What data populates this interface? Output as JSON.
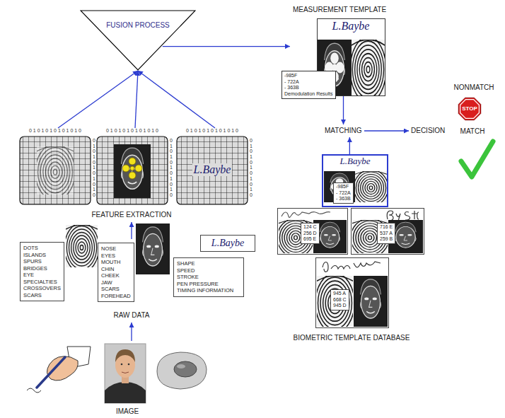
{
  "diagram": {
    "nodes": [
      {
        "text": [
          "FUSION PROCESS"
        ]
      },
      {
        "text": [
          "0 1 0 1 0 1 0 1 0 1 0 1 0",
          "01010101010"
        ]
      },
      {
        "text": [
          "0 1 0 1 0 1 0 1 0 1 0 1 0",
          "01010101010"
        ]
      },
      {
        "text": [
          "0 1 0 1 0 1 0 1 0 1 0 1 0",
          "01010101010",
          "L.Baybe"
        ]
      },
      {
        "text": [
          "DOTS",
          "ISLANDS",
          "SPURS",
          "BRIDGES",
          "EYE",
          "SPECIALTIES",
          "CROSSOVERS",
          "SCARS"
        ]
      },
      {
        "text": [
          "NOSE",
          "EYES",
          "MOUTH",
          "CHIN",
          "CHEEK",
          "JAW",
          "SCARS",
          "FOREHEAD"
        ]
      },
      {
        "text": [
          "SHAPE",
          "SPEED",
          "STROKE",
          "PEN PRESSURE",
          "TIMING INFORMATION"
        ]
      },
      {
        "text": [
          "L.Baybe"
        ]
      },
      {
        "text": [
          "MEASUREMENT TEMPLATE",
          "L.Baybe"
        ]
      },
      {
        "text": [
          "-985F",
          "- 722A",
          "- 363B",
          "Demodulation Results"
        ]
      },
      {
        "text": [
          "MATCHING"
        ]
      },
      {
        "text": [
          "DECISION"
        ]
      },
      {
        "text": [
          "STOP"
        ]
      },
      {
        "text": [
          "L.Baybe",
          "-985F",
          "- 722A",
          "- 363B"
        ]
      },
      {
        "text": [
          "124 C",
          "256 D",
          "695 E"
        ]
      },
      {
        "text": [
          "716 E",
          "537 A",
          "259 B"
        ]
      },
      {
        "text": [
          "945 A",
          "668 C",
          "945 D"
        ]
      }
    ],
    "edges": [
      {
        "from": 1,
        "to": 0,
        "arrow": "to"
      },
      {
        "from": 2,
        "to": 0,
        "arrow": "to"
      },
      {
        "from": 3,
        "to": 0,
        "arrow": "to"
      },
      {
        "from": 0,
        "to": 8,
        "arrow": "to"
      },
      {
        "from": 8,
        "to": 10,
        "arrow": "to"
      },
      {
        "from": 13,
        "to": 10,
        "arrow": "to"
      },
      {
        "from": 10,
        "to": 11,
        "arrow": "to"
      }
    ],
    "labels": [
      "FEATURE EXTRACTION",
      "RAW DATA",
      "IMAGE",
      "NONMATCH",
      "MATCH",
      "BIOMETRIC TEMPLATE DATABASE"
    ]
  }
}
